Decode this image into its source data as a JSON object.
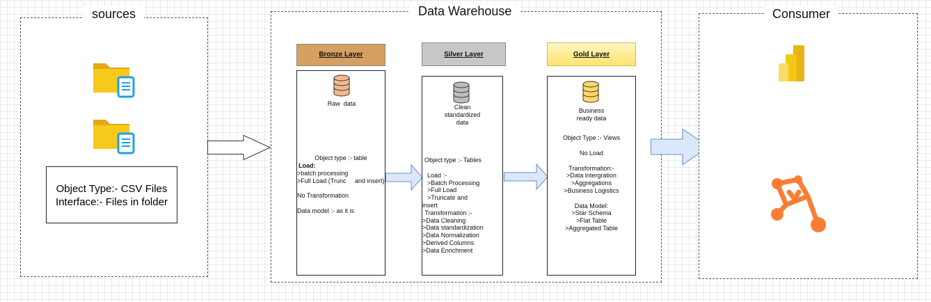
{
  "sources": {
    "title": "sources",
    "info_line1": "Object Type:- CSV Files",
    "info_line2": "Interface:- Files in folder",
    "icons": [
      "folder-file-icon",
      "folder-file-icon"
    ]
  },
  "warehouse": {
    "title": "Data Warehouse",
    "bronze": {
      "header": "Bronze Layer",
      "header_color": "#d5a062",
      "icon": "database-icon",
      "icon_color": "#f3b98f",
      "caption": "Raw  data",
      "object_type": "Object type :- table",
      "load_title": "Load:",
      "load_lines": [
        ">batch processing",
        ">Full Load (Trunc     and insert)"
      ],
      "transformation": "No Transformation",
      "data_model": "Data model :- as it is"
    },
    "silver": {
      "header": "Silver Layer",
      "header_color": "#c8c8c8",
      "icon": "database-icon",
      "icon_color": "#bdbdbd",
      "caption_lines": [
        "Clean",
        "standardized",
        "data"
      ],
      "object_type": "Object type :- Tables",
      "load_lines": [
        "  Load :-",
        "  >Batch Processing",
        "  >Full Load",
        "  >Truncate and",
        "insert"
      ],
      "transformation_lines": [
        " Transformation :-",
        ">Data Cleaning",
        ">Data standardization",
        ">Data Normalization",
        ">Derived Columns",
        ">Data Enrichment"
      ]
    },
    "gold": {
      "header": "Gold Layer",
      "header_color": "#ffe26f",
      "icon": "database-icon",
      "icon_color": "#ffd866",
      "caption_lines": [
        "Business",
        "ready data"
      ],
      "object_type": "Object Type :- Views",
      "load": "No Load",
      "transformation_lines": [
        "Transformation:-",
        ">Data intergration",
        ">Aggregations",
        ">Business Logistics"
      ],
      "model_lines": [
        "Data Model:",
        ">Star Schema",
        ">Flat Table",
        ">Aggregated Table"
      ]
    }
  },
  "consumer": {
    "title": "Consumer",
    "icons": [
      "power-bi-icon",
      "analytics-app-icon"
    ]
  },
  "colors": {
    "arrow_fill": "#dae8fc",
    "arrow_stroke": "#6c8ebf",
    "folder": "#f2c01e",
    "file_outline": "#1ba1e2",
    "consumer_orange": "#fa7d36"
  }
}
